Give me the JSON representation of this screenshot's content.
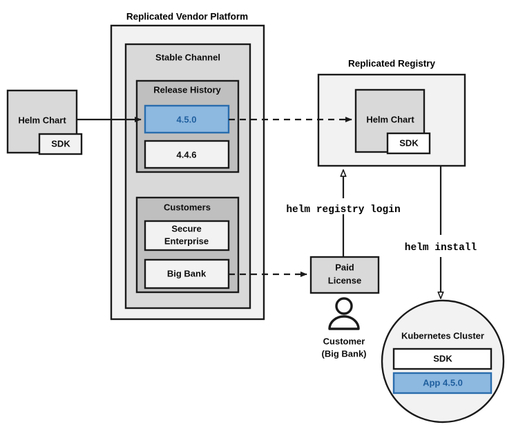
{
  "diagram": {
    "title_vendor_platform": "Replicated Vendor Platform",
    "title_registry": "Replicated Registry",
    "source_chart": {
      "label": "Helm Chart",
      "sdk_label": "SDK"
    },
    "vendor_platform": {
      "channel_label": "Stable Channel",
      "release_history": {
        "label": "Release History",
        "releases": [
          {
            "version": "4.5.0",
            "highlighted": true
          },
          {
            "version": "4.4.6",
            "highlighted": false
          }
        ]
      },
      "customers": {
        "label": "Customers",
        "entries": [
          {
            "name": "Secure\nEnterprise",
            "line1": "Secure",
            "line2": "Enterprise"
          },
          {
            "name": "Big Bank",
            "line1": "Big Bank",
            "line2": ""
          }
        ]
      }
    },
    "registry": {
      "chart_label": "Helm Chart",
      "sdk_label": "SDK"
    },
    "paid_license": {
      "line1": "Paid",
      "line2": "License"
    },
    "customer_actor": {
      "line1": "Customer",
      "line2": "(Big Bank)",
      "icon": "person-icon"
    },
    "cluster": {
      "label": "Kubernetes Cluster",
      "components": [
        {
          "label": "SDK",
          "highlighted": false
        },
        {
          "label": "App 4.5.0",
          "highlighted": true
        }
      ]
    },
    "commands": {
      "registry_login": "helm registry login",
      "install": "helm install"
    },
    "colors": {
      "accent_blue_fill": "#8db8e0",
      "accent_blue_stroke": "#2a6dad",
      "accent_blue_text": "#1f5f9e",
      "outline": "#1a1a1a",
      "fill_light": "#f2f2f2",
      "fill_mid": "#d9d9d9",
      "fill_dark": "#bfbfbf"
    }
  }
}
